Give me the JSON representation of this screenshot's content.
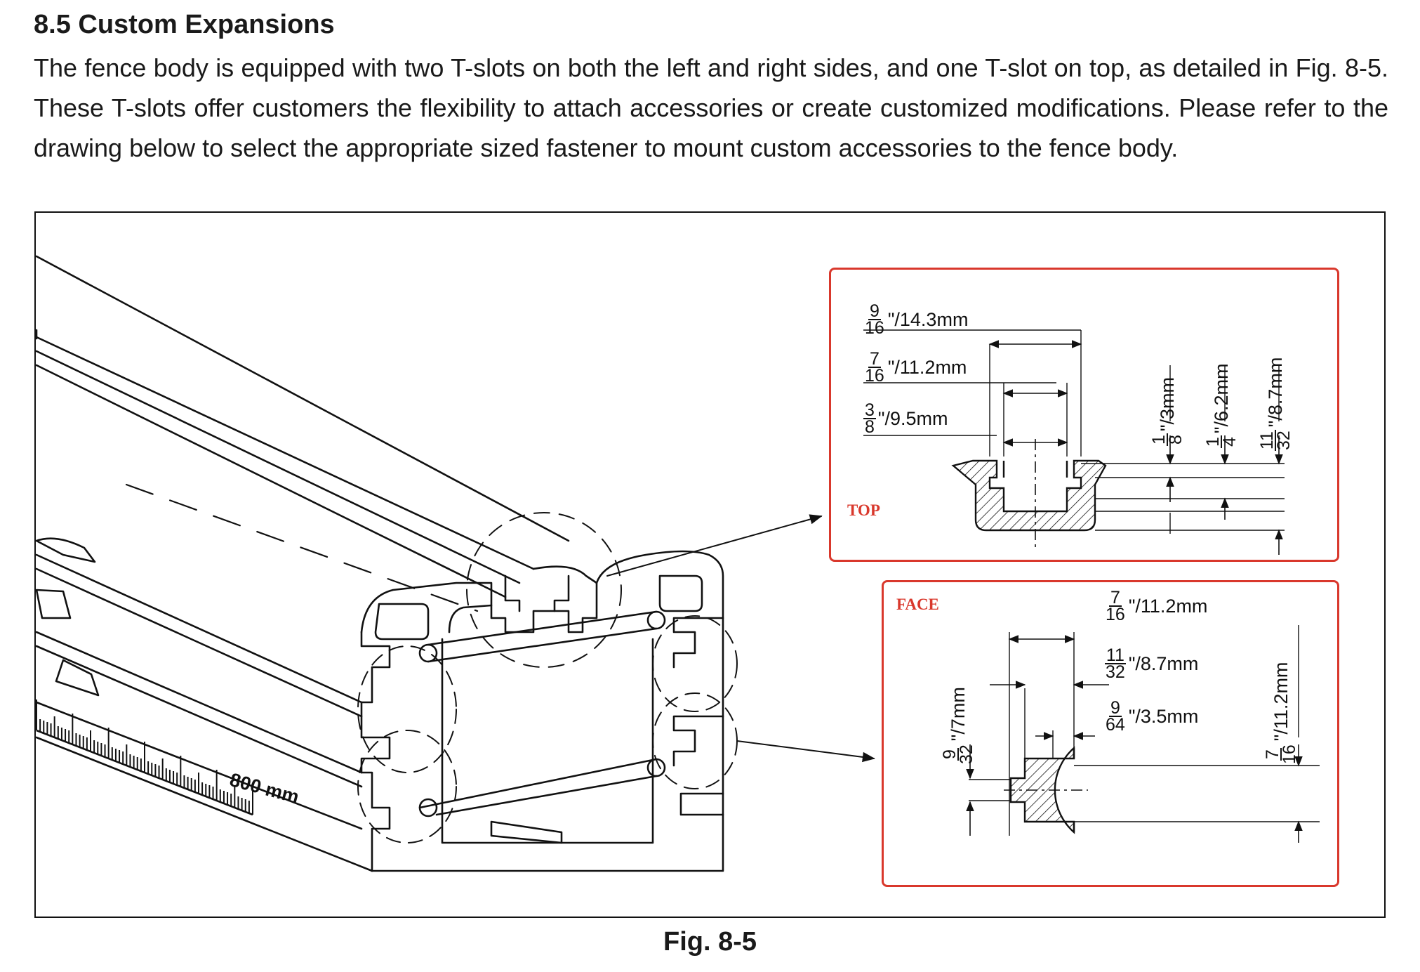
{
  "section": {
    "heading": "8.5 Custom Expansions",
    "body": "The fence body is equipped with two T-slots on both the left and right sides, and one T-slot on top, as detailed in Fig. 8-5. These T-slots offer customers the flexibility to attach accessories or create customized modifications. Please refer to the drawing below to select the appropriate sized fastener to mount custom accessories to the fence body."
  },
  "figure": {
    "caption": "Fig. 8-5",
    "scale_label": "800 mm",
    "accent_color": "#d9382c"
  },
  "top_detail": {
    "label": "TOP",
    "dims": [
      {
        "num": "9",
        "den": "16",
        "rest": "\"/14.3mm"
      },
      {
        "num": "7",
        "den": "16",
        "rest": "\"/11.2mm"
      },
      {
        "num": "3",
        "den": "8",
        "rest": "\"/9.5mm"
      }
    ],
    "vertical_dims": [
      {
        "num": "1",
        "den": "8",
        "rest": "\"/3mm"
      },
      {
        "num": "1",
        "den": "4",
        "rest": "\"/6.2mm"
      },
      {
        "num": "11",
        "den": "32",
        "rest": "\"/8.7mm"
      }
    ]
  },
  "face_detail": {
    "label": "FACE",
    "dims": [
      {
        "num": "7",
        "den": "16",
        "rest": "\"/11.2mm"
      },
      {
        "num": "11",
        "den": "32",
        "rest": "\"/8.7mm"
      },
      {
        "num": "9",
        "den": "64",
        "rest": "\"/3.5mm"
      }
    ],
    "vertical_dims": [
      {
        "num": "9",
        "den": "32",
        "rest": "\"/7mm"
      },
      {
        "num": "7",
        "den": "16",
        "rest": "\"/11.2mm"
      }
    ]
  }
}
